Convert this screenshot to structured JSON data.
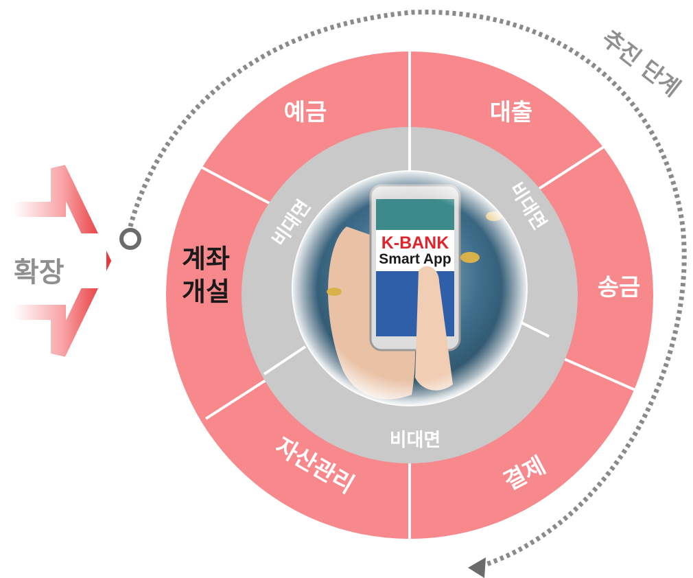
{
  "expand_label": "확장",
  "stage_label": "추진 단계",
  "center_logo": {
    "title": "K-BANK",
    "subtitle": "Smart App"
  },
  "segments": {
    "deposit": "예금",
    "loan": "대출",
    "remittance": "송금",
    "payment": "결제",
    "asset_management": "자산관리",
    "account_opening_line1": "계좌",
    "account_opening_line2": "개설"
  },
  "inner_ring": {
    "left": "비대면",
    "right": "비대면",
    "bottom": "비대면"
  },
  "colors": {
    "segment_fill": "#f7888b",
    "inner_ring": "#c9c9c9",
    "divider": "#ffffff",
    "arrow_outline": "#f05a5e",
    "dotted_path": "#8a8a8a"
  }
}
